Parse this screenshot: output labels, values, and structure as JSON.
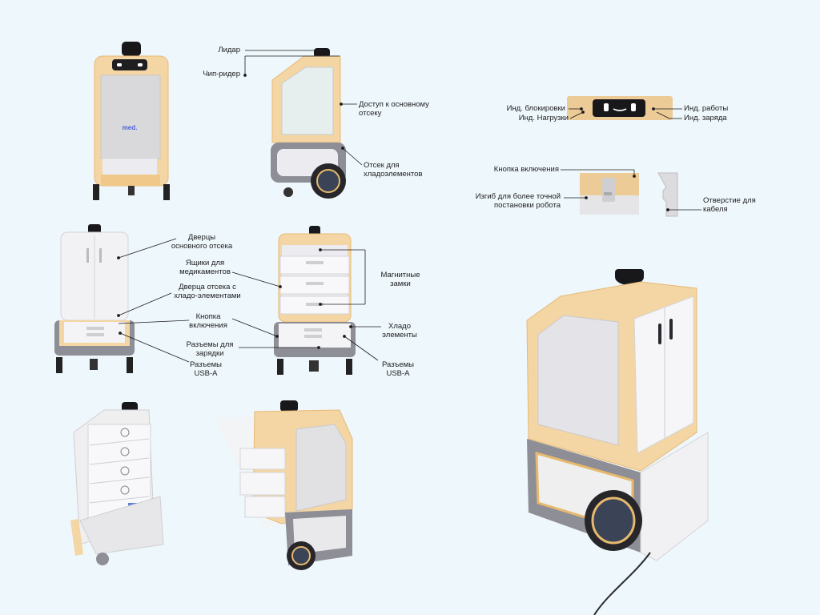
{
  "brand_logo": "med.",
  "labels": {
    "lidar": "Лидар",
    "chip_reader": "Чип-ридер",
    "main_access": "Доступ к основному отсеку",
    "cold_compartment": "Отсек для хладоэлементов",
    "lock_indicator": "Инд. блокировки",
    "load_indicator": "Инд. Нагрузки",
    "work_indicator": "Инд. работы",
    "charge_indicator": "Инд. заряда",
    "power_button_top": "Кнопка включения",
    "bend": "Изгиб для более точной постановки робота",
    "cable_hole": "Отверстие для кабеля",
    "main_doors": "Дверцы основного отсека",
    "med_drawers": "Ящики для медикаментов",
    "cold_door": "Дверца отсека с хладо-элементами",
    "power_button_front": "Кнопка включения",
    "charge_ports": "Разъемы для зарядки",
    "usb_left": "Разъемы USB-A",
    "magnetic_locks": "Магнитные замки",
    "cold_elements": "Хладо элементы",
    "usb_right": "Разъемы USB-A"
  },
  "colors": {
    "background": "#eef7fb",
    "body_tan": "#f3d6a3",
    "body_tan_edge": "#e7b978",
    "panel_gray": "#d9d9dc",
    "body_white": "#f4f4f6",
    "base_gray": "#8e8e96",
    "wheel_dark": "#27272b",
    "lidar_black": "#18181b",
    "line": "#1d1d1f"
  }
}
